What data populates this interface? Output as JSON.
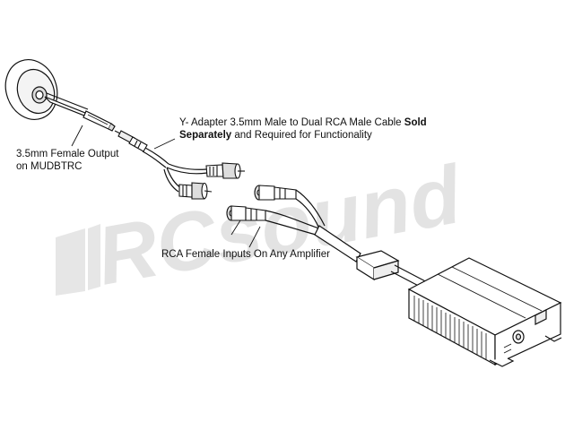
{
  "labels": {
    "y_adapter_prefix": "Y- Adapter 3.5mm Male to Dual RCA Male Cable ",
    "y_adapter_bold1": "Sold",
    "y_adapter_bold2": "Separately",
    "y_adapter_suffix": " and Required for Functionality",
    "female_output_line1": "3.5mm Female Output",
    "female_output_line2": "on MUDBTRC",
    "rca_inputs": "RCA Female Inputs On Any Amplifier"
  },
  "watermark": {
    "text": "RCsound",
    "color": "#e3e3e3"
  },
  "colors": {
    "stroke": "#111111",
    "fill": "#ffffff",
    "shade": "#dddddd"
  }
}
